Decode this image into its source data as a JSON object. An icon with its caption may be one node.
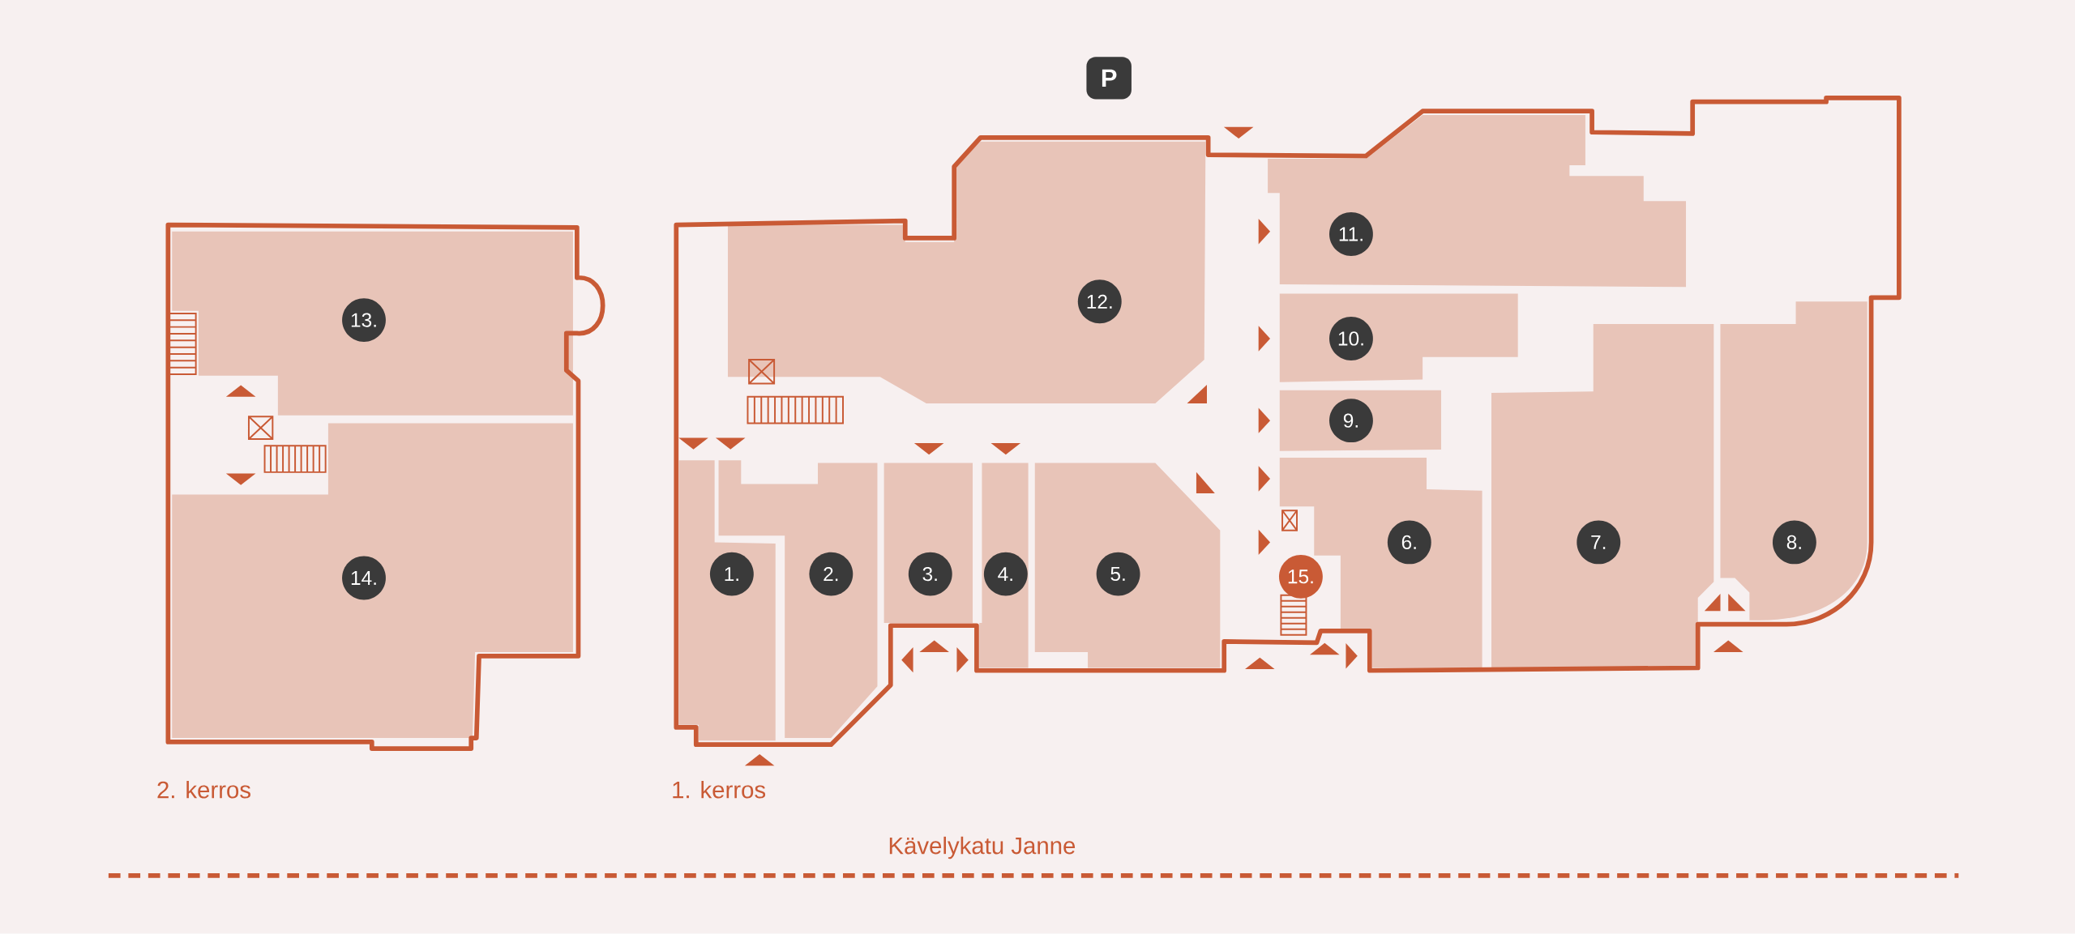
{
  "diagram": {
    "nodes": [
      {
        "text": [
          "P"
        ]
      },
      {
        "text": [
          "13."
        ]
      },
      {
        "text": [
          "14."
        ]
      },
      {
        "text": [
          "12."
        ]
      },
      {
        "text": [
          "11."
        ]
      },
      {
        "text": [
          "10."
        ]
      },
      {
        "text": [
          "9."
        ]
      },
      {
        "text": [
          "1."
        ]
      },
      {
        "text": [
          "2."
        ]
      },
      {
        "text": [
          "3."
        ]
      },
      {
        "text": [
          "4."
        ]
      },
      {
        "text": [
          "5."
        ]
      },
      {
        "text": [
          "15."
        ]
      },
      {
        "text": [
          "6."
        ]
      },
      {
        "text": [
          "7."
        ]
      },
      {
        "text": [
          "8."
        ]
      }
    ],
    "labels": [
      "2. kerros",
      "1. kerros",
      "Kävelykatu Janne"
    ]
  }
}
